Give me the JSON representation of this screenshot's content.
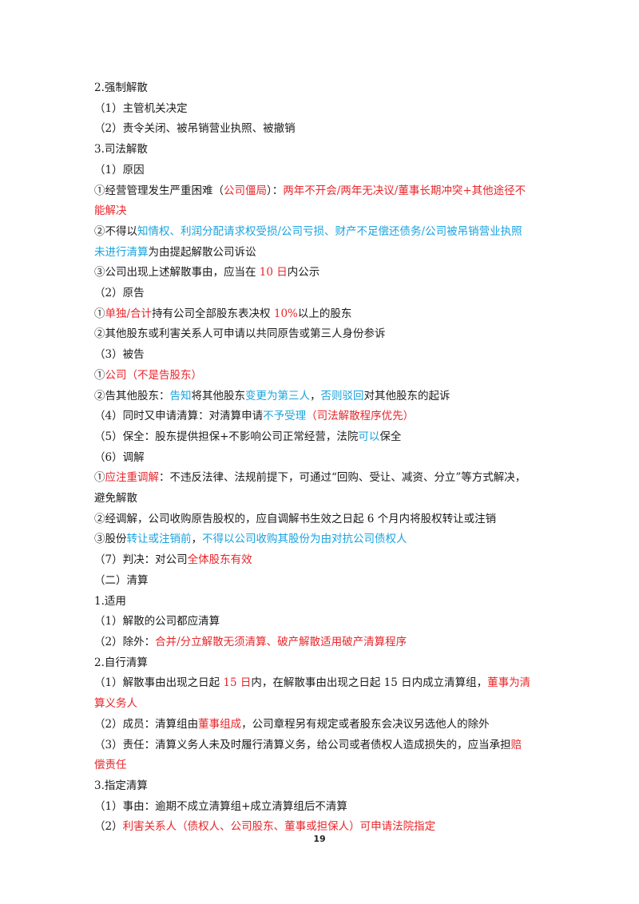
{
  "colors": {
    "red": "#e8262b",
    "blue": "#1aa3de",
    "text": "#1a1a1a"
  },
  "lines": [
    {
      "segs": [
        {
          "t": "2.强制解散"
        }
      ]
    },
    {
      "segs": [
        {
          "t": "（1）主管机关决定"
        }
      ]
    },
    {
      "segs": [
        {
          "t": "（2）责令关闭、被吊销营业执照、被撤销"
        }
      ]
    },
    {
      "segs": [
        {
          "t": "3.司法解散"
        }
      ]
    },
    {
      "segs": [
        {
          "t": "（1）原因"
        }
      ]
    },
    {
      "segs": [
        {
          "t": "①经营管理发生严重困难（"
        },
        {
          "t": "公司僵局",
          "c": "r"
        },
        {
          "t": "）："
        },
        {
          "t": "两年不开会/两年无决议/董事长期冲突+其他途径不",
          "c": "r"
        }
      ]
    },
    {
      "segs": [
        {
          "t": "能解决",
          "c": "r"
        }
      ]
    },
    {
      "segs": [
        {
          "t": "②不得以"
        },
        {
          "t": "知情权、利润分配请求权受损/公司亏损、财产不足偿还债务/公司被吊销营业执照",
          "c": "b"
        }
      ]
    },
    {
      "segs": [
        {
          "t": "未进行清算",
          "c": "b"
        },
        {
          "t": "为由提起解散公司诉讼"
        }
      ]
    },
    {
      "segs": [
        {
          "t": "③公司出现上述解散事由，应当在 "
        },
        {
          "t": "10 日",
          "c": "r"
        },
        {
          "t": "内公示"
        }
      ]
    },
    {
      "segs": [
        {
          "t": "（2）原告"
        }
      ]
    },
    {
      "segs": [
        {
          "t": "①"
        },
        {
          "t": "单独/合计",
          "c": "r"
        },
        {
          "t": "持有公司全部股东表决权 "
        },
        {
          "t": "10%",
          "c": "r"
        },
        {
          "t": "以上的股东"
        }
      ]
    },
    {
      "segs": [
        {
          "t": "②其他股东或利害关系人可申请以共同原告或第三人身份参诉"
        }
      ]
    },
    {
      "segs": [
        {
          "t": "（3）被告"
        }
      ]
    },
    {
      "segs": [
        {
          "t": "①"
        },
        {
          "t": "公司（不是告股东）",
          "c": "r"
        }
      ]
    },
    {
      "segs": [
        {
          "t": "②告其他股东："
        },
        {
          "t": "告知",
          "c": "b"
        },
        {
          "t": "将其他股东"
        },
        {
          "t": "变更为第三人",
          "c": "b"
        },
        {
          "t": "，"
        },
        {
          "t": "否则驳回",
          "c": "b"
        },
        {
          "t": "对其他股东的起诉"
        }
      ]
    },
    {
      "segs": [
        {
          "t": "（4）同时又申请清算：对清算申请"
        },
        {
          "t": "不予受理",
          "c": "b"
        },
        {
          "t": "（司法解散程序优先）",
          "c": "r"
        }
      ]
    },
    {
      "segs": [
        {
          "t": "（5）保全：股东提供担保+不影响公司正常经营，法院"
        },
        {
          "t": "可以",
          "c": "b"
        },
        {
          "t": "保全"
        }
      ]
    },
    {
      "segs": [
        {
          "t": "（6）调解"
        }
      ]
    },
    {
      "segs": [
        {
          "t": "①"
        },
        {
          "t": "应注重调解",
          "c": "r"
        },
        {
          "t": "：不违反法律、法规前提下，可通过“回购、受让、减资、分立”等方式解决，"
        }
      ]
    },
    {
      "segs": [
        {
          "t": "避免解散"
        }
      ]
    },
    {
      "segs": [
        {
          "t": "②经调解，公司收购原告股权的，应自调解书生效之日起 6 个月内将股权转让或注销"
        }
      ]
    },
    {
      "segs": [
        {
          "t": "③股份"
        },
        {
          "t": "转让或注销前",
          "c": "b"
        },
        {
          "t": "，"
        },
        {
          "t": "不得以公司收购其股份为由对抗公司债权人",
          "c": "b"
        }
      ]
    },
    {
      "segs": [
        {
          "t": "（7）判决：对公司"
        },
        {
          "t": "全体股东有效",
          "c": "r"
        }
      ]
    },
    {
      "segs": [
        {
          "t": "（二）清算"
        }
      ]
    },
    {
      "segs": [
        {
          "t": "1.适用"
        }
      ]
    },
    {
      "segs": [
        {
          "t": "（1）解散的公司都应清算"
        }
      ]
    },
    {
      "segs": [
        {
          "t": "（2）除外："
        },
        {
          "t": "合并/分立解散无须清算、破产解散适用破产清算程序",
          "c": "r"
        }
      ]
    },
    {
      "segs": [
        {
          "t": "2.自行清算"
        }
      ]
    },
    {
      "segs": [
        {
          "t": "（1）解散事由出现之日起 "
        },
        {
          "t": "15 日",
          "c": "r"
        },
        {
          "t": "内，在解散事由出现之日起 15 日内成立清算组，"
        },
        {
          "t": "董事为清",
          "c": "r"
        }
      ]
    },
    {
      "segs": [
        {
          "t": "算义务人",
          "c": "r"
        }
      ]
    },
    {
      "segs": [
        {
          "t": "（2）成员：清算组由"
        },
        {
          "t": "董事组成",
          "c": "r"
        },
        {
          "t": "，公司章程另有规定或者股东会决议另选他人的除外"
        }
      ]
    },
    {
      "segs": [
        {
          "t": "（3）责任：清算义务人未及时履行清算义务，给公司或者债权人造成损失的，应当承担"
        },
        {
          "t": "赔",
          "c": "r"
        }
      ]
    },
    {
      "segs": [
        {
          "t": "偿责任",
          "c": "r"
        }
      ]
    },
    {
      "segs": [
        {
          "t": "3.指定清算"
        }
      ]
    },
    {
      "segs": [
        {
          "t": "（1）事由：逾期不成立清算组+成立清算组后不清算"
        }
      ]
    },
    {
      "segs": [
        {
          "t": "（2）"
        },
        {
          "t": "利害关系人（债权人、公司股东、董事或担保人）可申请法院指定",
          "c": "r"
        }
      ]
    }
  ],
  "page_number": "19"
}
